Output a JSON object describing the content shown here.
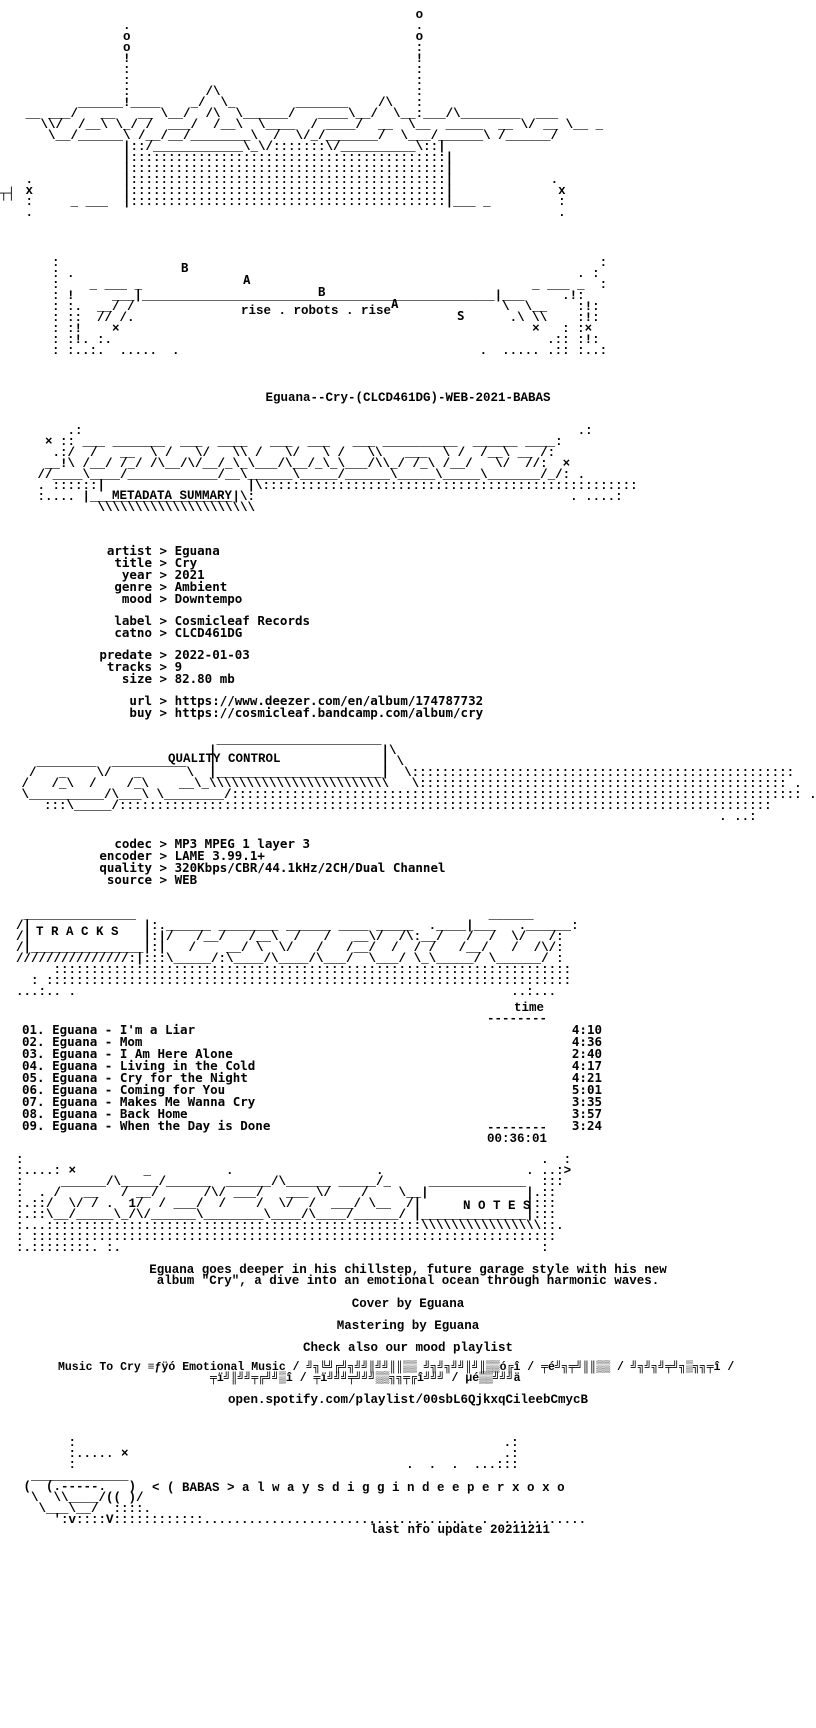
{
  "release": "Eguana--Cry-(CLCD461DG)-WEB-2021-BABAS",
  "banner": {
    "letters": [
      "B",
      "A",
      "B",
      "A",
      "S"
    ],
    "slogan": "rise . robots . rise"
  },
  "sections": {
    "metadata_title": "METADATA SUMMARY",
    "quality_title": "QUALITY CONTROL",
    "tracks_title": "T R A C K S",
    "notes_title": "N O T E S"
  },
  "metadata": [
    {
      "key": "artist",
      "value": "Eguana"
    },
    {
      "key": "title",
      "value": "Cry"
    },
    {
      "key": "year",
      "value": "2021"
    },
    {
      "key": "genre",
      "value": "Ambient"
    },
    {
      "key": "mood",
      "value": "Downtempo"
    },
    {
      "key": "",
      "value": ""
    },
    {
      "key": "label",
      "value": "Cosmicleaf Records"
    },
    {
      "key": "catno",
      "value": "CLCD461DG"
    },
    {
      "key": "",
      "value": ""
    },
    {
      "key": "predate",
      "value": "2022-01-03"
    },
    {
      "key": "tracks",
      "value": "9"
    },
    {
      "key": "size",
      "value": "82.80 mb"
    },
    {
      "key": "",
      "value": ""
    },
    {
      "key": "url",
      "value": "https://www.deezer.com/en/album/174787732"
    },
    {
      "key": "buy",
      "value": "https://cosmicleaf.bandcamp.com/album/cry"
    }
  ],
  "quality": [
    {
      "key": "codec",
      "value": "MP3 MPEG 1 layer 3"
    },
    {
      "key": "encoder",
      "value": "LAME 3.99.1+"
    },
    {
      "key": "quality",
      "value": "320Kbps/CBR/44.1kHz/2CH/Dual Channel"
    },
    {
      "key": "source",
      "value": "WEB"
    }
  ],
  "tracklist": {
    "time_header": "time",
    "items": [
      {
        "title": "01. Eguana - I'm a Liar",
        "time": "4:10"
      },
      {
        "title": "02. Eguana - Mom",
        "time": "4:36"
      },
      {
        "title": "03. Eguana - I Am Here Alone",
        "time": "2:40"
      },
      {
        "title": "04. Eguana - Living in the Cold",
        "time": "4:17"
      },
      {
        "title": "05. Eguana - Cry for the Night",
        "time": "4:21"
      },
      {
        "title": "06. Eguana - Coming for You",
        "time": "5:01"
      },
      {
        "title": "07. Eguana - Makes Me Wanna Cry",
        "time": "3:35"
      },
      {
        "title": "08. Eguana - Back Home",
        "time": "3:57"
      },
      {
        "title": "09. Eguana - When the Day is Done",
        "time": "3:24"
      }
    ],
    "total": "00:36:01"
  },
  "notes": {
    "description_1": "Eguana goes deeper in his chillstep, future garage style with his new",
    "description_2": "album \"Cry\", a dive into an emotional ocean through harmonic waves.",
    "cover": "Cover by Eguana",
    "mastering": "Mastering by Eguana",
    "check": "Check also our mood playlist",
    "playlist_line_1": "Music To Cry ≡ƒÿó Emotional Music / ╝╗╚╝╔╝╗╝╝║╝╝║║▒▒ ╝╗╝╗╝╝║╝║▒▒ó╔î / ╤é╝╗╤╝║║▒▒ / ╝╗╝╗╝╤╝╗▒╗╗╤î /",
    "playlist_line_2": "╤ï╝║╝╝╤╔╝╝▒î / ╤ï╝╝╝╤╝╝╝▒▒╗╗╤╔î╝╝╝ / µé▒▒╝╝╝ä",
    "playlist_url": "open.spotify.com/playlist/00sbL6QjkxqCileebCmycB"
  },
  "footer": {
    "tagline": "< ( BABAS > a l w a y s d i g g i n d e e p e r x o x o",
    "last_update": "last nfo update 20211211"
  }
}
